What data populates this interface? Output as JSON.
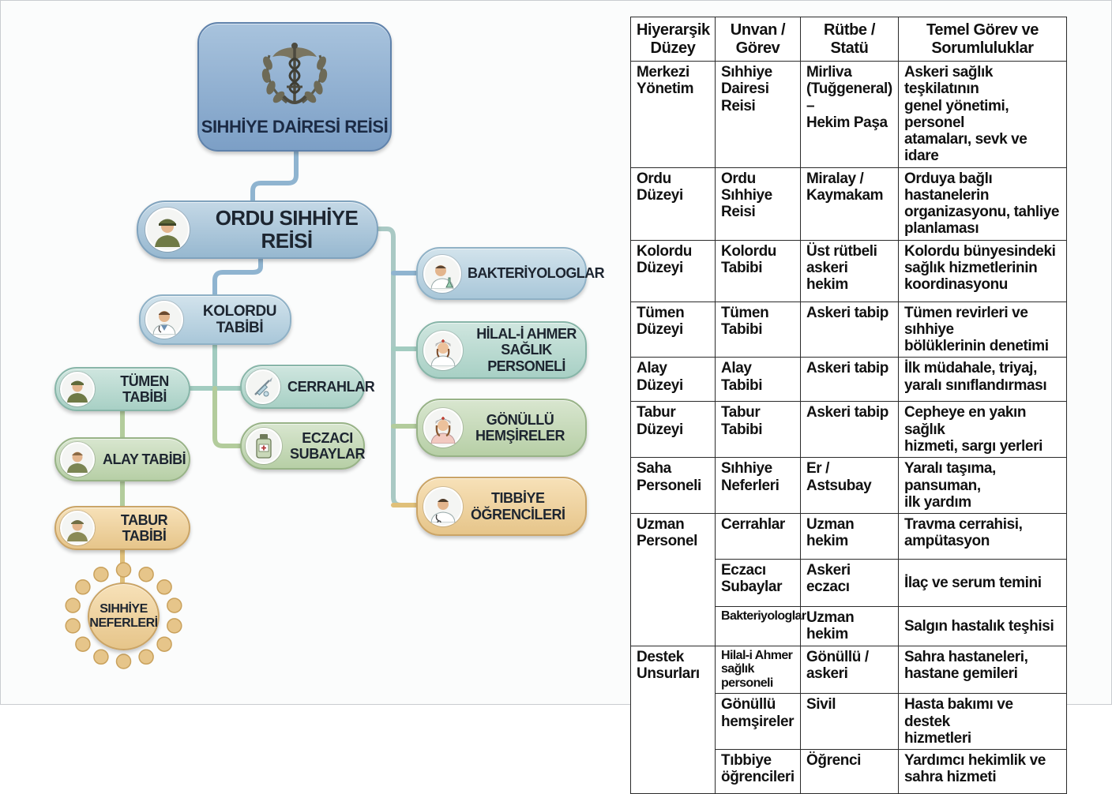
{
  "org_chart": {
    "head": "SIHHİYE DAİRESİ REİSİ",
    "army": "ORDU SIHHİYE REİSİ",
    "corps": "KOLORDU TABİBİ",
    "division": "TÜMEN TABİBİ",
    "surgeons": "CERRAHLAR",
    "pharmacists": [
      "ECZACI",
      "SUBAYLAR"
    ],
    "regiment": "ALAY TABİBİ",
    "battalion": "TABUR TABİBİ",
    "medics": [
      "SIHHİYE",
      "NEFERLERİ"
    ],
    "bacteriologists": "BAKTERİYOLOGLAR",
    "red_crescent": [
      "HİLAL-İ AHMER",
      "SAĞLIK PERSONELİ"
    ],
    "volunteer_nurses": [
      "GÖNÜLLÜ",
      "HEMŞİRELER"
    ],
    "medical_students": [
      "TIBBİYE",
      "ÖĞRENCİLERİ"
    ]
  },
  "colors": {
    "blue_dark": "#7c9fc6",
    "blue_mid": "#97b8d0",
    "teal": "#a8d0c5",
    "green": "#b7cfa6",
    "orange": "#e6c58a",
    "connector_blue": "#8fb4d0",
    "connector_green": "#b3cc9c",
    "connector_orange": "#e0c07a"
  },
  "icons": {
    "head": "caduceus-emblem-icon",
    "army": "officer-avatar-icon",
    "corps": "doctor-avatar-icon",
    "division": "officer-avatar-icon",
    "surgeons": "scalpel-syringe-icon",
    "pharmacists": "medicine-bottle-icon",
    "regiment": "soldier-avatar-icon",
    "battalion": "soldier-avatar-icon",
    "bacteriologists": "scientist-avatar-icon",
    "red_crescent": "nurse-avatar-icon",
    "volunteer_nurses": "nurse-avatar-icon",
    "medical_students": "student-avatar-icon"
  },
  "table": {
    "headers": [
      [
        "Hiyerarşik",
        "Düzey"
      ],
      [
        "Unvan /",
        "Görev"
      ],
      [
        "Rütbe /",
        "Statü"
      ],
      [
        "Temel Görev ve",
        "Sorumluluklar"
      ]
    ],
    "rows": [
      {
        "level": [
          "Merkezi",
          "Yönetim"
        ],
        "title": [
          "Sıhhiye",
          "Dairesi",
          "Reisi"
        ],
        "rank": [
          "Mirliva",
          "(Tuğgeneral) –",
          "Hekim Paşa"
        ],
        "duty": [
          "Askeri sağlık teşkilatının",
          "genel yönetimi, personel",
          "atamaları, sevk ve idare"
        ]
      },
      {
        "level": [
          "Ordu",
          "Düzeyi"
        ],
        "title": [
          "Ordu",
          "Sıhhiye",
          "Reisi"
        ],
        "rank": [
          "Miralay /",
          "Kaymakam"
        ],
        "duty": [
          "Orduya bağlı hastanelerin",
          "organizasyonu, tahliye",
          "planlaması"
        ]
      },
      {
        "level": [
          "Kolordu",
          "Düzeyi"
        ],
        "title": [
          "Kolordu",
          "Tabibi"
        ],
        "rank": [
          "Üst rütbeli",
          "askeri hekim"
        ],
        "duty": [
          "Kolordu bünyesindeki",
          "sağlık hizmetlerinin",
          "koordinasyonu"
        ]
      },
      {
        "level": [
          "Tümen",
          "Düzeyi"
        ],
        "title": [
          "Tümen",
          "Tabibi"
        ],
        "rank": [
          "Askeri tabip"
        ],
        "duty": [
          "Tümen revirleri ve sıhhiye",
          "bölüklerinin denetimi"
        ]
      },
      {
        "level": [
          "Alay",
          "Düzeyi"
        ],
        "title": [
          "Alay Tabibi"
        ],
        "rank": [
          "Askeri tabip"
        ],
        "duty": [
          "İlk müdahale, triyaj,",
          "yaralı sınıflandırması"
        ]
      },
      {
        "level": [
          "Tabur",
          "Düzeyi"
        ],
        "title": [
          "Tabur",
          "Tabibi"
        ],
        "rank": [
          "Askeri tabip"
        ],
        "duty": [
          "Cepheye en yakın sağlık",
          "hizmeti, sargı yerleri"
        ]
      },
      {
        "level": [
          "Saha",
          "Personeli"
        ],
        "title": [
          "Sıhhiye",
          "Neferleri"
        ],
        "rank": [
          "Er / Astsubay"
        ],
        "duty": [
          "Yaralı taşıma, pansuman,",
          "ilk yardım"
        ]
      },
      {
        "level": [
          "Uzman",
          "Personel"
        ],
        "title": [
          "Cerrahlar"
        ],
        "rank": [
          "Uzman hekim"
        ],
        "duty": [
          "Travma cerrahisi,",
          "ampütasyon"
        ]
      },
      {
        "title": [
          "Eczacı",
          "Subaylar"
        ],
        "rank": [
          "Askeri eczacı"
        ],
        "duty": [
          "İlaç ve serum temini"
        ]
      },
      {
        "title": [
          "Bakteriyologlar"
        ],
        "rank": [
          "Uzman hekim"
        ],
        "duty": [
          "Salgın hastalık teşhisi"
        ]
      },
      {
        "level": [
          "Destek",
          "Unsurları"
        ],
        "title": [
          "Hilal-i Ahmer",
          "sağlık personeli"
        ],
        "rank": [
          "Gönüllü /",
          "askeri"
        ],
        "duty": [
          "Sahra hastaneleri,",
          "hastane gemileri"
        ]
      },
      {
        "title": [
          "Gönüllü",
          "hemşireler"
        ],
        "rank": [
          "Sivil"
        ],
        "duty": [
          "Hasta bakımı ve destek",
          "hizmetleri"
        ]
      },
      {
        "title": [
          "Tıbbiye",
          "öğrencileri"
        ],
        "rank": [
          "Öğrenci"
        ],
        "duty": [
          "Yardımcı hekimlik ve",
          "sahra hizmeti"
        ]
      }
    ]
  }
}
